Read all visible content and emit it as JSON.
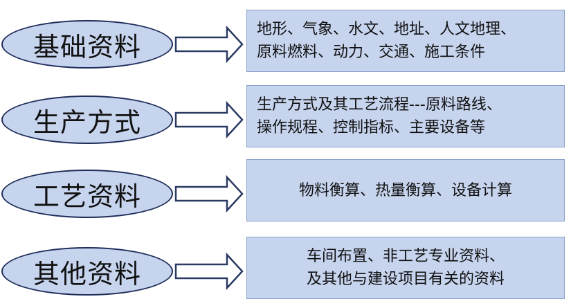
{
  "rows": [
    {
      "category": "基础资料",
      "details": [
        "地形、气象、水文、地址、人文地理、",
        "原料燃料、动力、交通、施工条件"
      ]
    },
    {
      "category": "生产方式",
      "details": [
        "生产方式及其工艺流程---原料路线、",
        "操作规程、控制指标、主要设备等"
      ]
    },
    {
      "category": "工艺资料",
      "details": [
        "物料衡算、热量衡算、设备计算"
      ]
    },
    {
      "category": "其他资料",
      "details": [
        "车间布置、非工艺专业资料、",
        "及其他与建设项目有关的资料"
      ]
    }
  ],
  "colors": {
    "fill": "#c6d4ee",
    "ellipse_border": "#1f2d5a",
    "arrow_stroke": "#2b3a63"
  }
}
